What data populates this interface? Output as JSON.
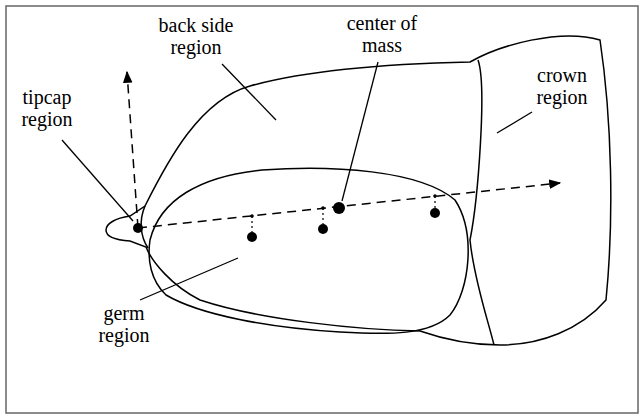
{
  "diagram": {
    "labels": [
      "tipcap region",
      "back side region",
      "center of mass",
      "crown region",
      "germ region"
    ]
  }
}
